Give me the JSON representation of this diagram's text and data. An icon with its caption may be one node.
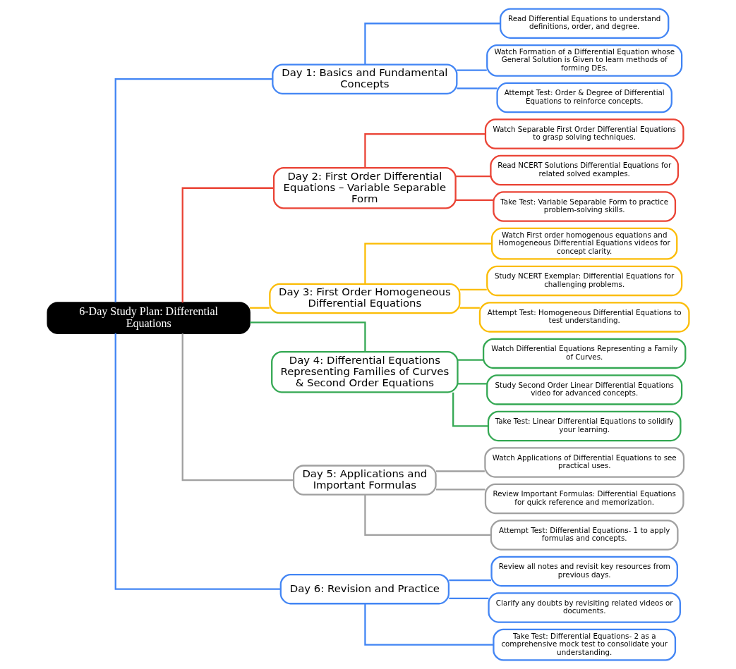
{
  "diagram": {
    "nodes": [
      {
        "text": [
          "6-Day Study Plan: Differential Equations"
        ]
      },
      {
        "text": [
          "Day 1: Basics and Fundamental Concepts"
        ]
      },
      {
        "text": [
          "Read Differential Equations to understand definitions, order, and degree."
        ]
      },
      {
        "text": [
          "Watch Formation of a Differential Equation whose General Solution is Given to learn methods of forming DEs."
        ]
      },
      {
        "text": [
          "Attempt Test: Order & Degree of Differential Equations to reinforce concepts."
        ]
      },
      {
        "text": [
          "Day 2: First Order Differential Equations – Variable Separable Form"
        ]
      },
      {
        "text": [
          "Watch Separable First Order Differential Equations to grasp solving techniques."
        ]
      },
      {
        "text": [
          "Read NCERT Solutions Differential Equations for related solved examples."
        ]
      },
      {
        "text": [
          "Take Test: Variable Separable Form to practice problem-solving skills."
        ]
      },
      {
        "text": [
          "Day 3: First Order Homogeneous Differential Equations"
        ]
      },
      {
        "text": [
          "Watch First order homogenous equations and Homogeneous Differential Equations videos for concept clarity."
        ]
      },
      {
        "text": [
          "Study NCERT Exemplar: Differential Equations for challenging problems."
        ]
      },
      {
        "text": [
          "Attempt Test: Homogeneous Differential Equations to test understanding."
        ]
      },
      {
        "text": [
          "Day 4: Differential Equations Representing Families of Curves & Second Order Equations"
        ]
      },
      {
        "text": [
          "Watch Differential Equations Representing a Family of Curves."
        ]
      },
      {
        "text": [
          "Study Second Order Linear Differential Equations video for advanced concepts."
        ]
      },
      {
        "text": [
          "Take Test: Linear Differential Equations to solidify your learning."
        ]
      },
      {
        "text": [
          "Day 5: Applications and Important Formulas"
        ]
      },
      {
        "text": [
          "Watch Applications of Differential Equations to see practical uses."
        ]
      },
      {
        "text": [
          "Review Important Formulas: Differential Equations for quick reference and memorization."
        ]
      },
      {
        "text": [
          "Attempt Test: Differential Equations- 1 to apply formulas and concepts."
        ]
      },
      {
        "text": [
          "Day 6: Revision and Practice"
        ]
      },
      {
        "text": [
          "Review all notes and revisit key resources from previous days."
        ]
      },
      {
        "text": [
          "Clarify any doubts by revisiting related videos or documents."
        ]
      },
      {
        "text": [
          "Take Test: Differential Equations- 2 as a comprehensive mock test to consolidate your understanding."
        ]
      }
    ],
    "edges": [
      {
        "from": 0,
        "to": 1,
        "arrow": "none",
        "color": "#4285f4"
      },
      {
        "from": 1,
        "to": 2,
        "arrow": "none",
        "color": "#4285f4"
      },
      {
        "from": 1,
        "to": 3,
        "arrow": "none",
        "color": "#4285f4"
      },
      {
        "from": 1,
        "to": 4,
        "arrow": "none",
        "color": "#4285f4"
      },
      {
        "from": 0,
        "to": 5,
        "arrow": "none",
        "color": "#ea4335"
      },
      {
        "from": 5,
        "to": 6,
        "arrow": "none",
        "color": "#ea4335"
      },
      {
        "from": 5,
        "to": 7,
        "arrow": "none",
        "color": "#ea4335"
      },
      {
        "from": 5,
        "to": 8,
        "arrow": "none",
        "color": "#ea4335"
      },
      {
        "from": 0,
        "to": 9,
        "arrow": "none",
        "color": "#fbbc05"
      },
      {
        "from": 9,
        "to": 10,
        "arrow": "none",
        "color": "#fbbc05"
      },
      {
        "from": 9,
        "to": 11,
        "arrow": "none",
        "color": "#fbbc05"
      },
      {
        "from": 9,
        "to": 12,
        "arrow": "none",
        "color": "#fbbc05"
      },
      {
        "from": 0,
        "to": 13,
        "arrow": "none",
        "color": "#34a853"
      },
      {
        "from": 13,
        "to": 14,
        "arrow": "none",
        "color": "#34a853"
      },
      {
        "from": 13,
        "to": 15,
        "arrow": "none",
        "color": "#34a853"
      },
      {
        "from": 13,
        "to": 16,
        "arrow": "none",
        "color": "#34a853"
      },
      {
        "from": 0,
        "to": 17,
        "arrow": "none",
        "color": "#a0a0a0"
      },
      {
        "from": 17,
        "to": 18,
        "arrow": "none",
        "color": "#a0a0a0"
      },
      {
        "from": 17,
        "to": 19,
        "arrow": "none",
        "color": "#a0a0a0"
      },
      {
        "from": 17,
        "to": 20,
        "arrow": "none",
        "color": "#a0a0a0"
      },
      {
        "from": 0,
        "to": 21,
        "arrow": "none",
        "color": "#4285f4"
      },
      {
        "from": 21,
        "to": 22,
        "arrow": "none",
        "color": "#4285f4"
      },
      {
        "from": 21,
        "to": 23,
        "arrow": "none",
        "color": "#4285f4"
      },
      {
        "from": 21,
        "to": 24,
        "arrow": "none",
        "color": "#4285f4"
      }
    ]
  }
}
